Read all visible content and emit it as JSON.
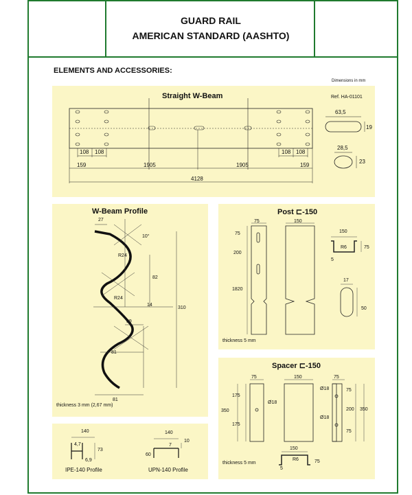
{
  "header": {
    "line1": "GUARD RAIL",
    "line2": "AMERICAN STANDARD (AASHTO)"
  },
  "section_title": "ELEMENTS AND ACCESSORIES:",
  "dimensions_note": "Dimensions in mm",
  "straight_beam": {
    "title": "Straight W-Beam",
    "ref": "Ref. HA-01101",
    "dims": {
      "d108a": "108",
      "d108b": "108",
      "d108c": "108",
      "d108d": "108",
      "d159a": "159",
      "d1905a": "1905",
      "d1905b": "1905",
      "d159b": "159",
      "total": "4128"
    },
    "slot": {
      "w": "63,5",
      "h": "19"
    },
    "hole": {
      "w": "28,5",
      "h": "23"
    }
  },
  "profile": {
    "title": "W-Beam Profile",
    "dims": {
      "d27": "27",
      "d10": "10°",
      "r24a": "R24",
      "d82": "82",
      "r24b": "R24",
      "d14": "14",
      "d310": "310",
      "d39": "39",
      "d81a": "81",
      "d81b": "81"
    },
    "thickness": "thickness 3 mm (2,67 mm)"
  },
  "post": {
    "title": "Post ⊏-150",
    "dims": {
      "d75a": "75",
      "d150a": "150",
      "d75b": "75",
      "d200": "200",
      "d1820": "1820",
      "d150b": "150",
      "r6": "R6",
      "d75c": "75",
      "d5": "5",
      "d17": "17",
      "d50": "50"
    },
    "thickness": "thickness 5 mm"
  },
  "spacer": {
    "title": "Spacer ⊏-150",
    "dims": {
      "d75a": "75",
      "d150a": "150",
      "d75b": "75",
      "d175a": "175",
      "d350a": "350",
      "d175b": "175",
      "phi18a": "Ø18",
      "phi18b": "Ø18",
      "phi18c": "Ø18",
      "d75c": "75",
      "d200": "200",
      "d350b": "350",
      "d75d": "75",
      "d150b": "150",
      "r6": "R6",
      "d75e": "75",
      "d5": "5"
    },
    "thickness": "thickness 5 mm"
  },
  "ipe": {
    "label": "IPE-140 Profile",
    "dims": {
      "d140": "140",
      "d47": "4,7",
      "d73": "73",
      "d69": "6,9"
    }
  },
  "upn": {
    "label": "UPN-140 Profile",
    "dims": {
      "d140": "140",
      "d10": "10",
      "d7": "7",
      "d60": "60"
    }
  }
}
